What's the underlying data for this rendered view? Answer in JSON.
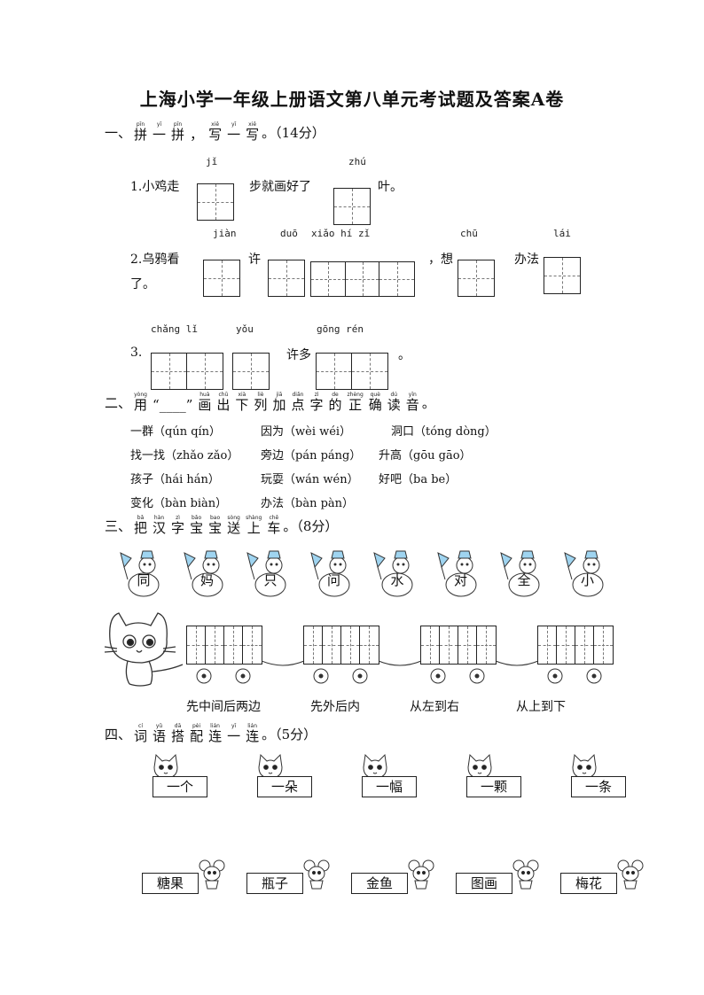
{
  "title": "上海小学一年级上册语文第八单元考试题及答案A卷",
  "section1": {
    "label": "一、",
    "heading_chars": [
      {
        "c": "拼",
        "p": "pīn"
      },
      {
        "c": "一",
        "p": "yī"
      },
      {
        "c": "拼",
        "p": "pīn"
      },
      {
        "c": "，",
        "p": ""
      },
      {
        "c": "写",
        "p": "xiě"
      },
      {
        "c": "一",
        "p": "yī"
      },
      {
        "c": "写",
        "p": "xiě"
      }
    ],
    "suffix": "。（14分）",
    "q1": {
      "pre": "1.小鸡走",
      "mid": "步就画好了",
      "post": "叶。",
      "py1": "jǐ",
      "py2": "zhú"
    },
    "q2": {
      "pre": "2.乌鸦看",
      "mid": "许",
      "mid2": "，想",
      "mid3": "办法",
      "post": "了。",
      "py1": "jiàn",
      "py2": "duō",
      "py3": "xiǎo hí zǐ",
      "py4": "chū",
      "py5": "lái"
    },
    "q3": {
      "pre": "3.",
      "mid": "许多",
      "post": "。",
      "py1": "chǎng lǐ",
      "py2": "yǒu",
      "py3": "gōng rén"
    }
  },
  "section2": {
    "label": "二、",
    "heading_chars": [
      {
        "c": "用",
        "p": "yòng"
      },
      {
        "c": "“____”",
        "p": ""
      },
      {
        "c": "画",
        "p": "huà"
      },
      {
        "c": "出",
        "p": "chū"
      },
      {
        "c": "下",
        "p": "xià"
      },
      {
        "c": "列",
        "p": "liè"
      },
      {
        "c": "加",
        "p": "jiā"
      },
      {
        "c": "点",
        "p": "diǎn"
      },
      {
        "c": "字",
        "p": "zì"
      },
      {
        "c": "的",
        "p": "de"
      },
      {
        "c": "正",
        "p": "zhèng"
      },
      {
        "c": "确",
        "p": "què"
      },
      {
        "c": "读",
        "p": "dú"
      },
      {
        "c": "音",
        "p": "yīn"
      }
    ],
    "suffix": "。",
    "items": [
      "一群（qún qín）",
      "因为（wèi wéi）",
      "洞口（tóng dòng）",
      "找一找（zhǎo zǎo）",
      "旁边（pán páng）",
      "升高（gōu gāo）",
      "孩子（hái hán）",
      "玩耍（wán wén）",
      "好吧（ba be）",
      "变化（bàn biàn）",
      "办法（bàn pàn）"
    ]
  },
  "section3": {
    "label": "三、",
    "heading_chars": [
      {
        "c": "把",
        "p": "bǎ"
      },
      {
        "c": "汉",
        "p": "hàn"
      },
      {
        "c": "字",
        "p": "zì"
      },
      {
        "c": "宝",
        "p": "bǎo"
      },
      {
        "c": "宝",
        "p": "bao"
      },
      {
        "c": "送",
        "p": "sòng"
      },
      {
        "c": "上",
        "p": "shàng"
      },
      {
        "c": "车",
        "p": "chē"
      }
    ],
    "suffix": "。（8分）",
    "snowmen": [
      "同",
      "妈",
      "只",
      "问",
      "水",
      "对",
      "全",
      "小"
    ],
    "cars": [
      "先中间后两边",
      "先外后内",
      "从左到右",
      "从上到下"
    ]
  },
  "section4": {
    "label": "四、",
    "heading_chars": [
      {
        "c": "词",
        "p": "cí"
      },
      {
        "c": "语",
        "p": "yǔ"
      },
      {
        "c": "搭",
        "p": "dā"
      },
      {
        "c": "配",
        "p": "pèi"
      },
      {
        "c": "连",
        "p": "lián"
      },
      {
        "c": "一",
        "p": "yī"
      },
      {
        "c": "连",
        "p": "lián"
      }
    ],
    "suffix": "。（5分）",
    "top": [
      "一个",
      "一朵",
      "一幅",
      "一颗",
      "一条"
    ],
    "bottom": [
      "糖果",
      "瓶子",
      "金鱼",
      "图画",
      "梅花"
    ]
  },
  "colors": {
    "snowman_hat": "#9fd4f0",
    "ink": "#111111"
  }
}
